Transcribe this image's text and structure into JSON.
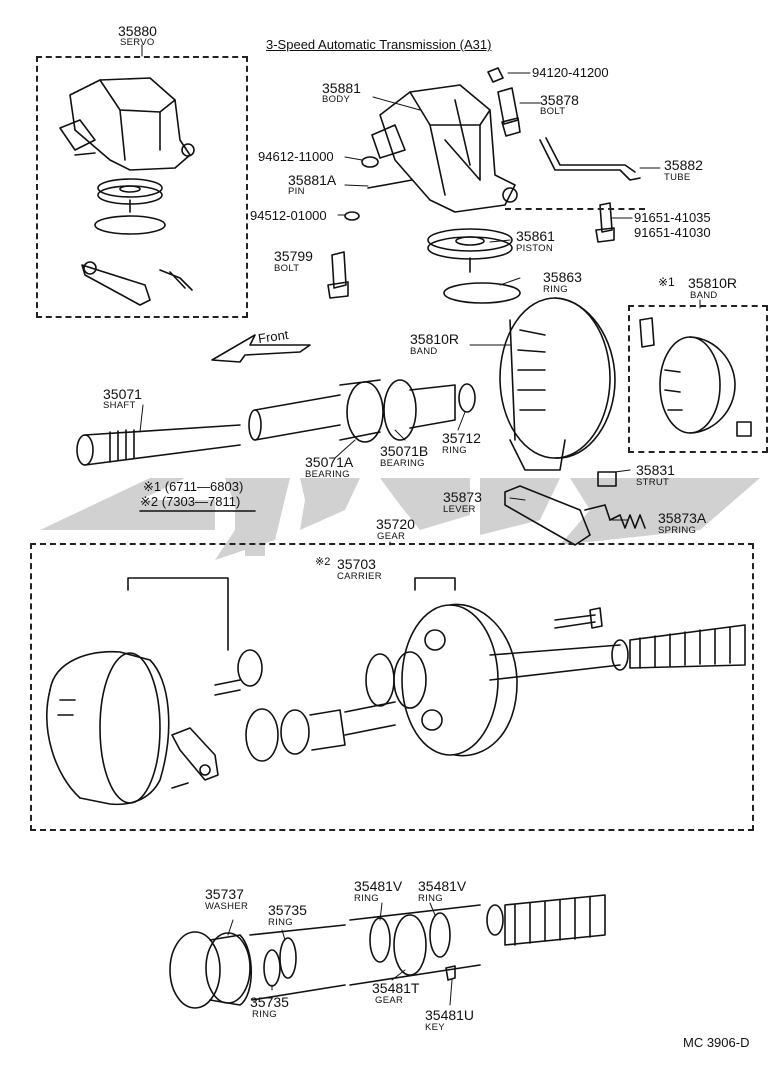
{
  "diagram": {
    "title": "3-Speed Automatic Transmission (A31)",
    "code": "MC 3906-D",
    "notes": {
      "n1_label": "※1 (6711—6803)",
      "n2_label": "※2 (7303—7811)"
    },
    "front_label": "Front",
    "parts": {
      "p35880": {
        "num": "35880",
        "name": "SERVO"
      },
      "p35881": {
        "num": "35881",
        "name": "BODY"
      },
      "p94120": {
        "num": "94120-41200"
      },
      "p35878": {
        "num": "35878",
        "name": "BOLT"
      },
      "p94612": {
        "num": "94612-11000"
      },
      "p35881A": {
        "num": "35881A",
        "name": "PIN"
      },
      "p94512": {
        "num": "94512-01000"
      },
      "p35882": {
        "num": "35882",
        "name": "TUBE"
      },
      "p91651a": {
        "num": "91651-41035"
      },
      "p91651b": {
        "num": "91651-41030"
      },
      "p35861": {
        "num": "35861",
        "name": "PISTON"
      },
      "p35799": {
        "num": "35799",
        "name": "BOLT"
      },
      "p35863": {
        "num": "35863",
        "name": "RING"
      },
      "p35810Rsmall": {
        "mark": "※1",
        "num": "35810R",
        "name": "BAND"
      },
      "p35810R": {
        "num": "35810R",
        "name": "BAND"
      },
      "p35071": {
        "num": "35071",
        "name": "SHAFT"
      },
      "p35712": {
        "num": "35712",
        "name": "RING"
      },
      "p35071A": {
        "num": "35071A",
        "name": "BEARING"
      },
      "p35071B": {
        "num": "35071B",
        "name": "BEARING"
      },
      "p35831": {
        "num": "35831",
        "name": "STRUT"
      },
      "p35873": {
        "num": "35873",
        "name": "LEVER"
      },
      "p35873A": {
        "num": "35873A",
        "name": "SPRING"
      },
      "p35720": {
        "num": "35720",
        "name": "GEAR"
      },
      "p35703": {
        "mark": "※2",
        "num": "35703",
        "name": "CARRIER"
      },
      "p35737": {
        "num": "35737",
        "name": "WASHER"
      },
      "p35735a": {
        "num": "35735",
        "name": "RING"
      },
      "p35735b": {
        "num": "35735",
        "name": "RING"
      },
      "p35481Va": {
        "num": "35481V",
        "name": "RING"
      },
      "p35481Vb": {
        "num": "35481V",
        "name": "RING"
      },
      "p35481T": {
        "num": "35481T",
        "name": "GEAR"
      },
      "p35481U": {
        "num": "35481U",
        "name": "KEY"
      }
    }
  }
}
